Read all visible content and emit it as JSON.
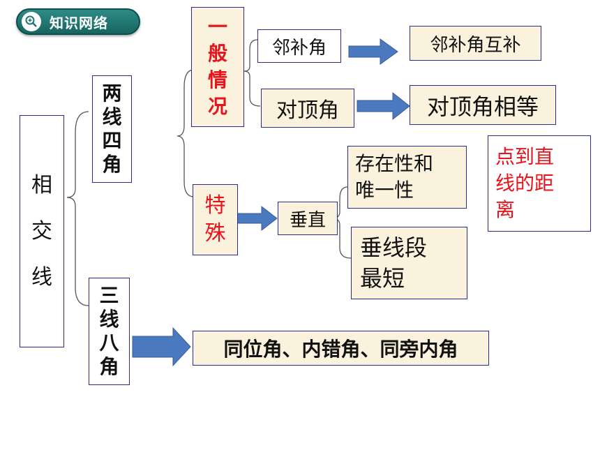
{
  "badge": {
    "label": "知识网络",
    "icon": "magnifier-icon"
  },
  "root": {
    "chars": [
      "相",
      "交",
      "线"
    ]
  },
  "two_lines": {
    "chars": [
      "两",
      "线",
      "四",
      "角"
    ]
  },
  "three_lines": {
    "chars": [
      "三",
      "线",
      "八",
      "角"
    ]
  },
  "general": {
    "chars": [
      "一",
      "般",
      "情",
      "况"
    ]
  },
  "special": {
    "chars": [
      "特",
      "殊"
    ]
  },
  "adjacent": {
    "label": "邻补角",
    "result": "邻补角互补"
  },
  "vertical": {
    "label": "对顶角",
    "result": "对顶角相等"
  },
  "perpendicular": {
    "label": "垂直"
  },
  "existence": {
    "lines": [
      "存在性和",
      "唯一性"
    ]
  },
  "shortest": {
    "lines": [
      "垂线段",
      "最短"
    ]
  },
  "distance": {
    "lines": [
      "点到直",
      "线的距",
      "离"
    ]
  },
  "three_lines_result": {
    "label": "同位角、内错角、同旁内角"
  },
  "colors": {
    "border": "#2a2a8c",
    "arrow": "#4a79c0",
    "red_text": "#e8141c",
    "cream": "#fbf2de",
    "badge": "#1f7672"
  }
}
